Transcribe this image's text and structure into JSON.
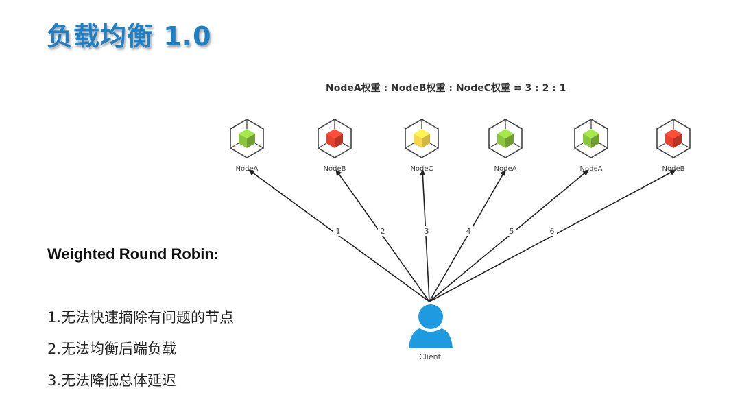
{
  "title": "负载均衡 1.0",
  "weight_caption": "NodeA权重 : NodeB权重 : NodeC权重 = 3 : 2 : 1",
  "algorithm_heading": "Weighted Round Robin:",
  "issues": [
    "1.无法快速摘除有问题的节点",
    "2.无法均衡后端负载",
    "3.无法降低总体延迟"
  ],
  "client_label": "Client",
  "colors": {
    "title": "#1f7fc4",
    "NodeA": "#8cc63f",
    "NodeB": "#e8412f",
    "NodeC": "#f7d84a",
    "client": "#1e9be0"
  },
  "nodes": [
    {
      "label": "NodeA",
      "type": "NodeA",
      "icon": "cube-icon",
      "request_order": "1"
    },
    {
      "label": "NodeB",
      "type": "NodeB",
      "icon": "cube-icon",
      "request_order": "2"
    },
    {
      "label": "NodeC",
      "type": "NodeC",
      "icon": "cube-icon",
      "request_order": "3"
    },
    {
      "label": "NodeA",
      "type": "NodeA",
      "icon": "cube-icon",
      "request_order": "4"
    },
    {
      "label": "NodeA",
      "type": "NodeA",
      "icon": "cube-icon",
      "request_order": "5"
    },
    {
      "label": "NodeB",
      "type": "NodeB",
      "icon": "cube-icon",
      "request_order": "6"
    }
  ]
}
